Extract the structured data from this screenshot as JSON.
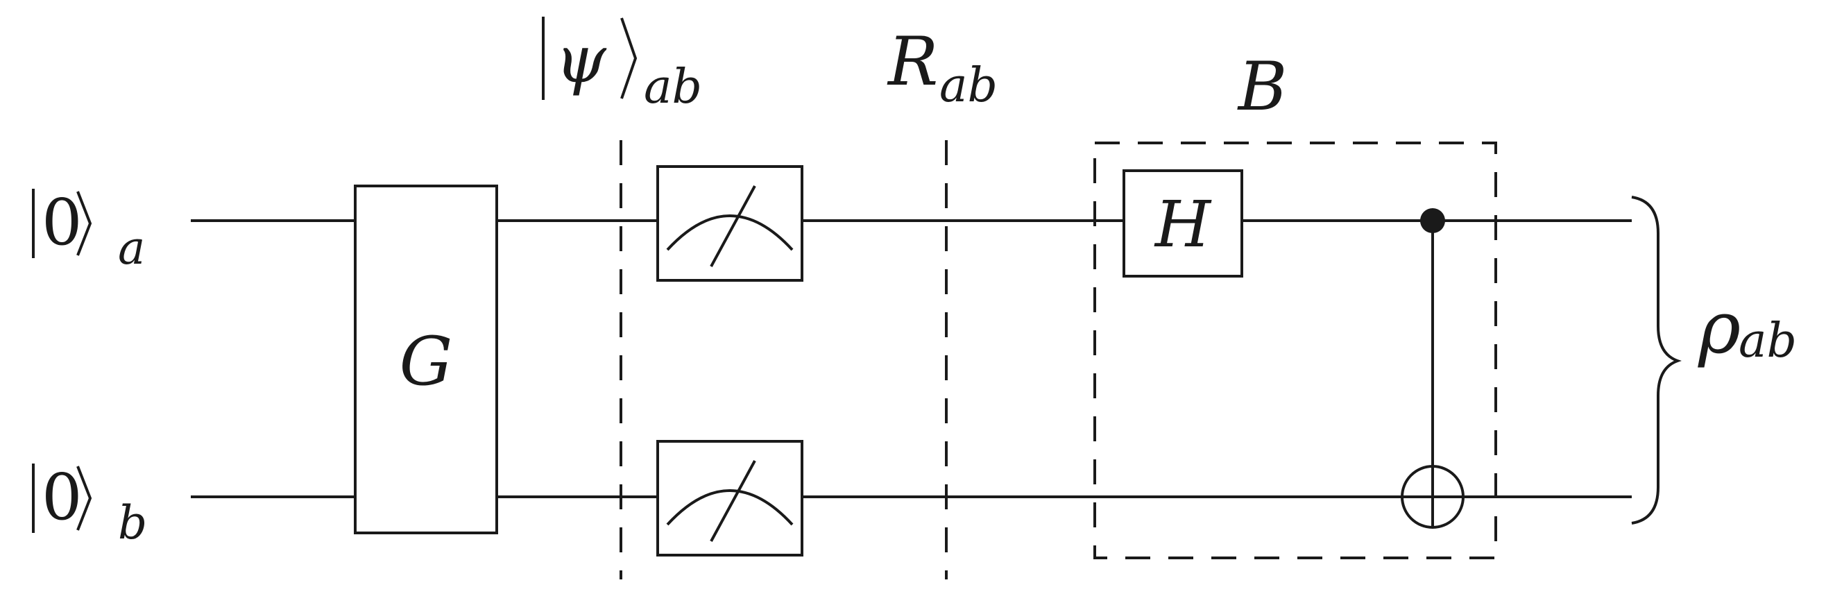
{
  "inputs": [
    {
      "state": "0",
      "subscript": "a"
    },
    {
      "state": "0",
      "subscript": "b"
    }
  ],
  "gates": {
    "G": "G",
    "H": "H"
  },
  "stage_labels": {
    "psi": {
      "symbol": "ψ",
      "subscript": "ab"
    },
    "R": {
      "symbol": "R",
      "subscript": "ab"
    },
    "B": "B"
  },
  "output": {
    "symbol": "ρ",
    "subscript": "ab"
  }
}
